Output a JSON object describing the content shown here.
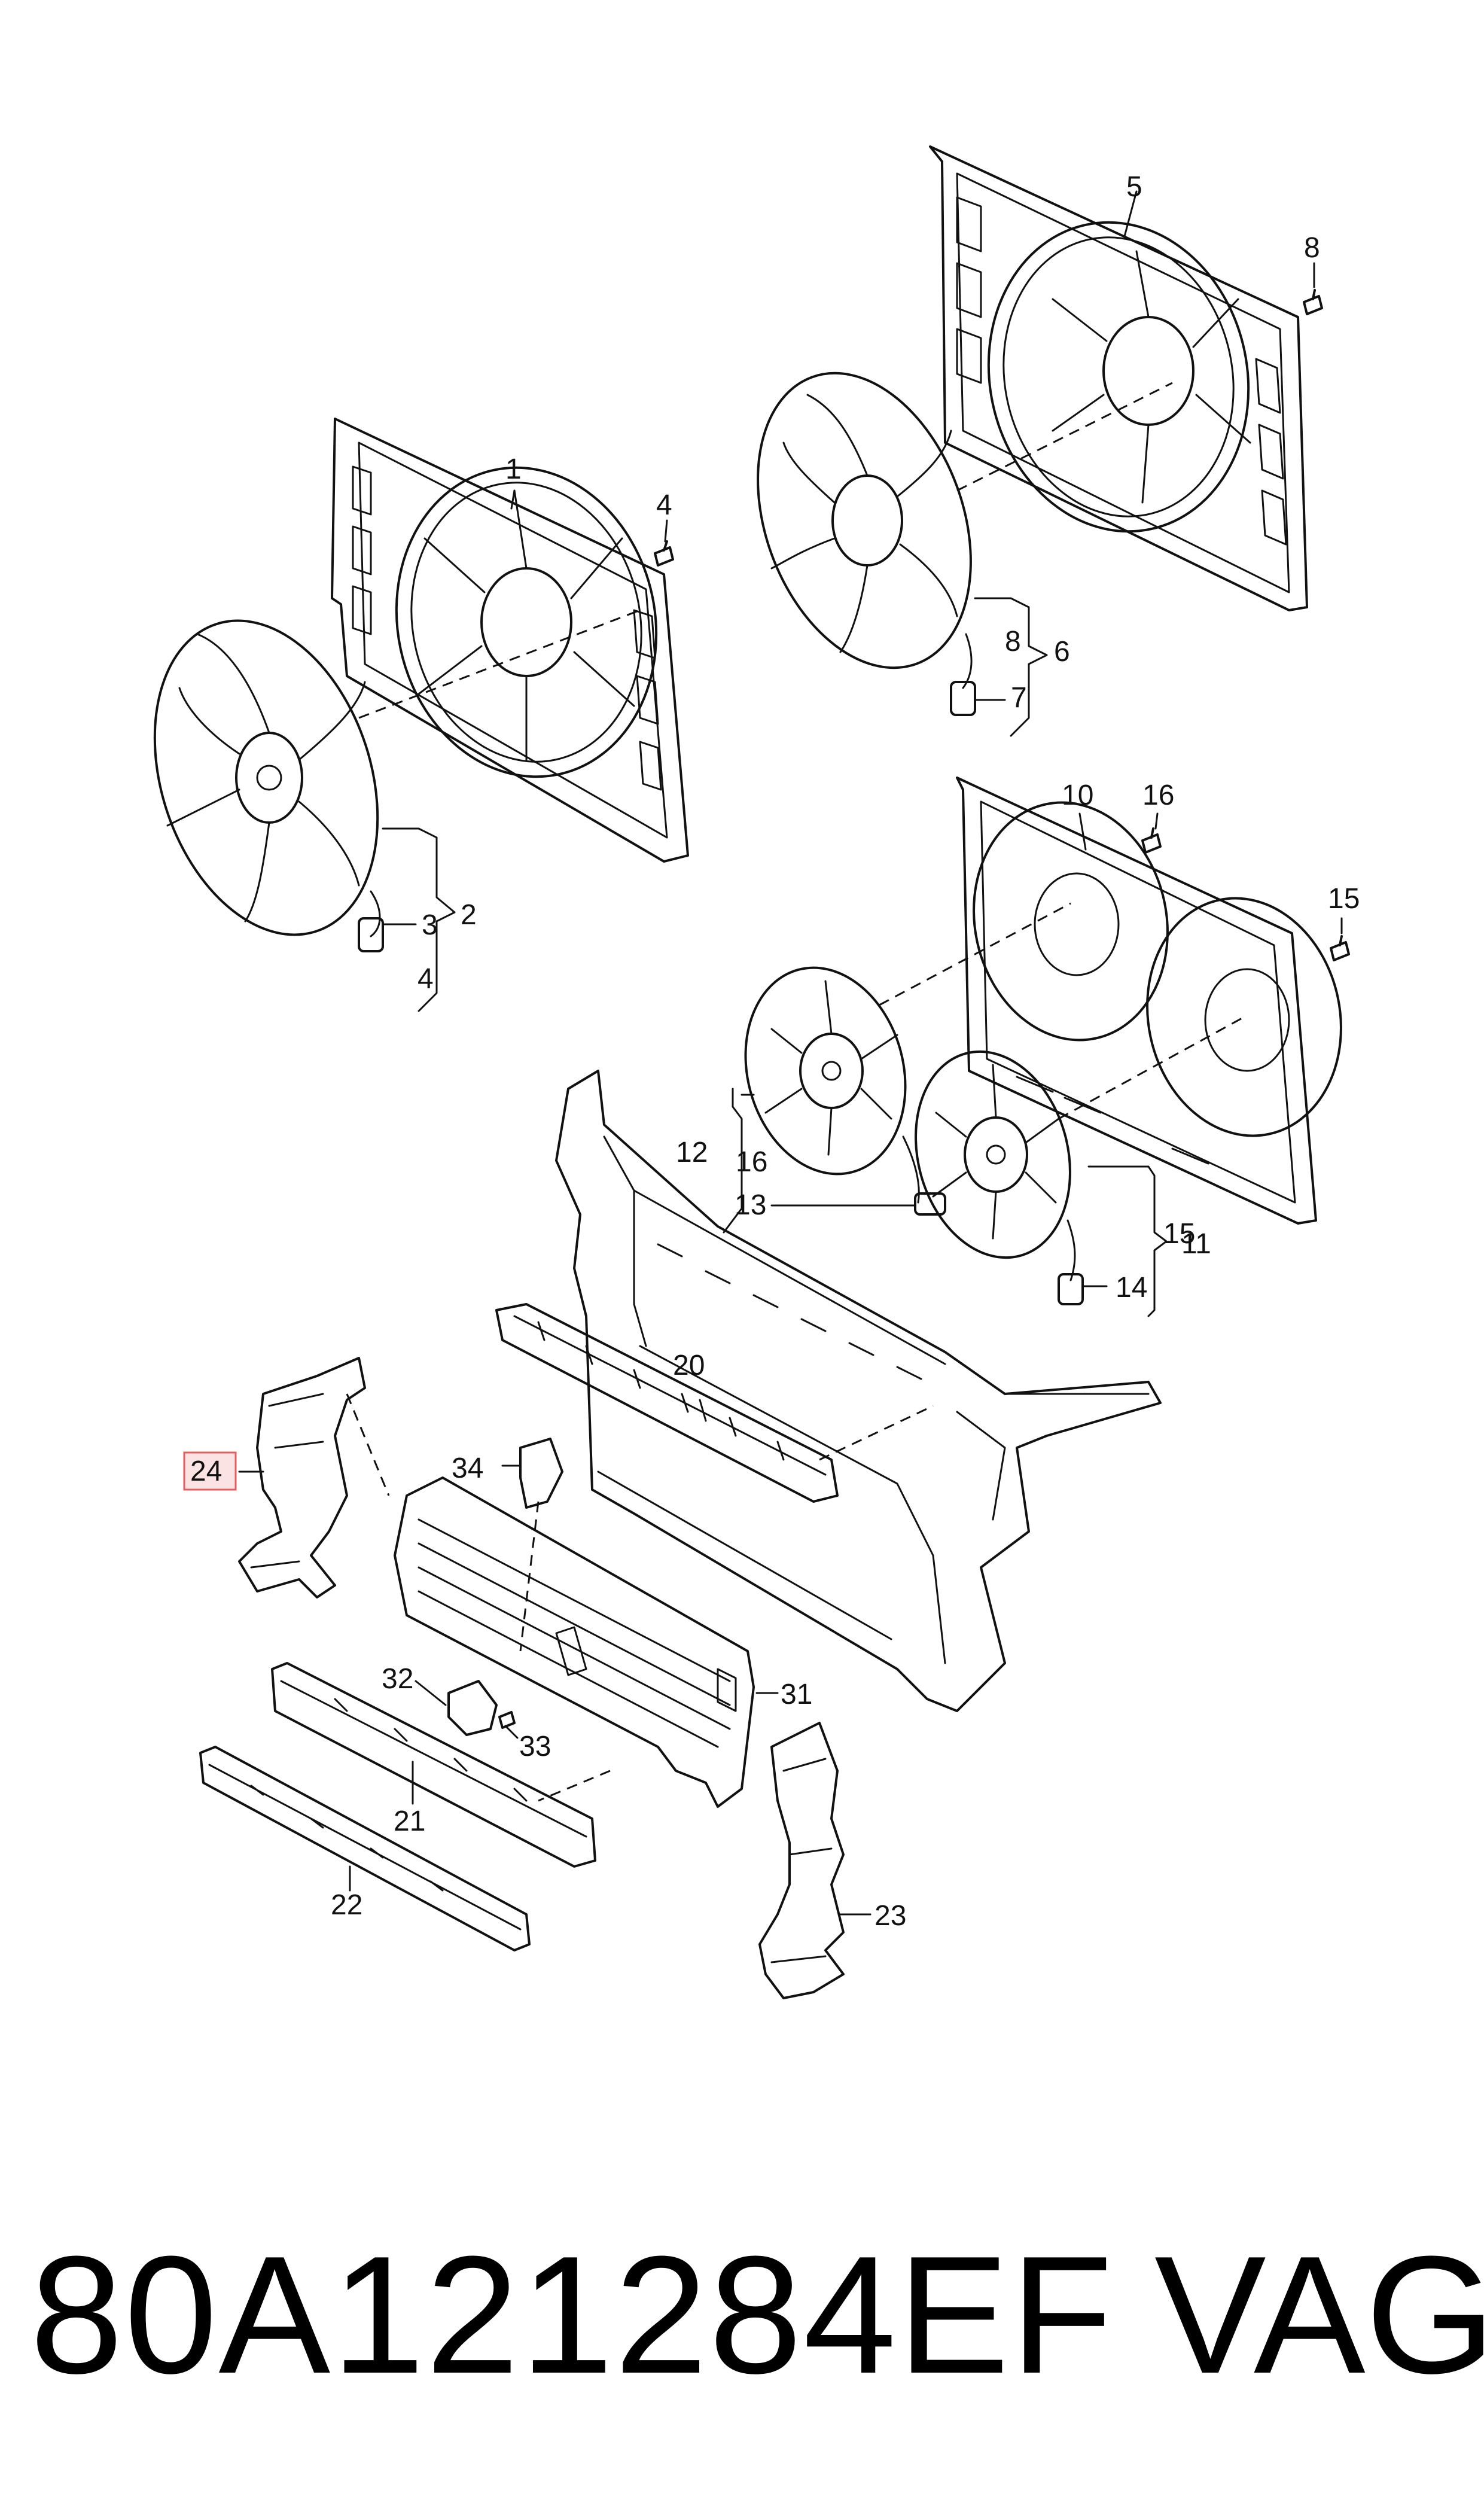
{
  "footer": {
    "part_number": "80A121284EF",
    "brand": "VAG"
  },
  "callouts": {
    "c1": "1",
    "c2": "2",
    "c3": "3",
    "c4a": "4",
    "c4b": "4",
    "c5": "5",
    "c6": "6",
    "c7": "7",
    "c8a": "8",
    "c8b": "8",
    "c10": "10",
    "c11": "11",
    "c12": "12",
    "c13": "13",
    "c14": "14",
    "c15a": "15",
    "c15b": "15",
    "c16a": "16",
    "c16b": "16",
    "c20": "20",
    "c21": "21",
    "c22": "22",
    "c23": "23",
    "c24": "24",
    "c31": "31",
    "c32": "32",
    "c33": "33",
    "c34": "34"
  },
  "highlighted_callout": "24",
  "colors": {
    "line": "#111111",
    "highlight_fill": "#fbe3e3",
    "highlight_border": "#e06060"
  }
}
